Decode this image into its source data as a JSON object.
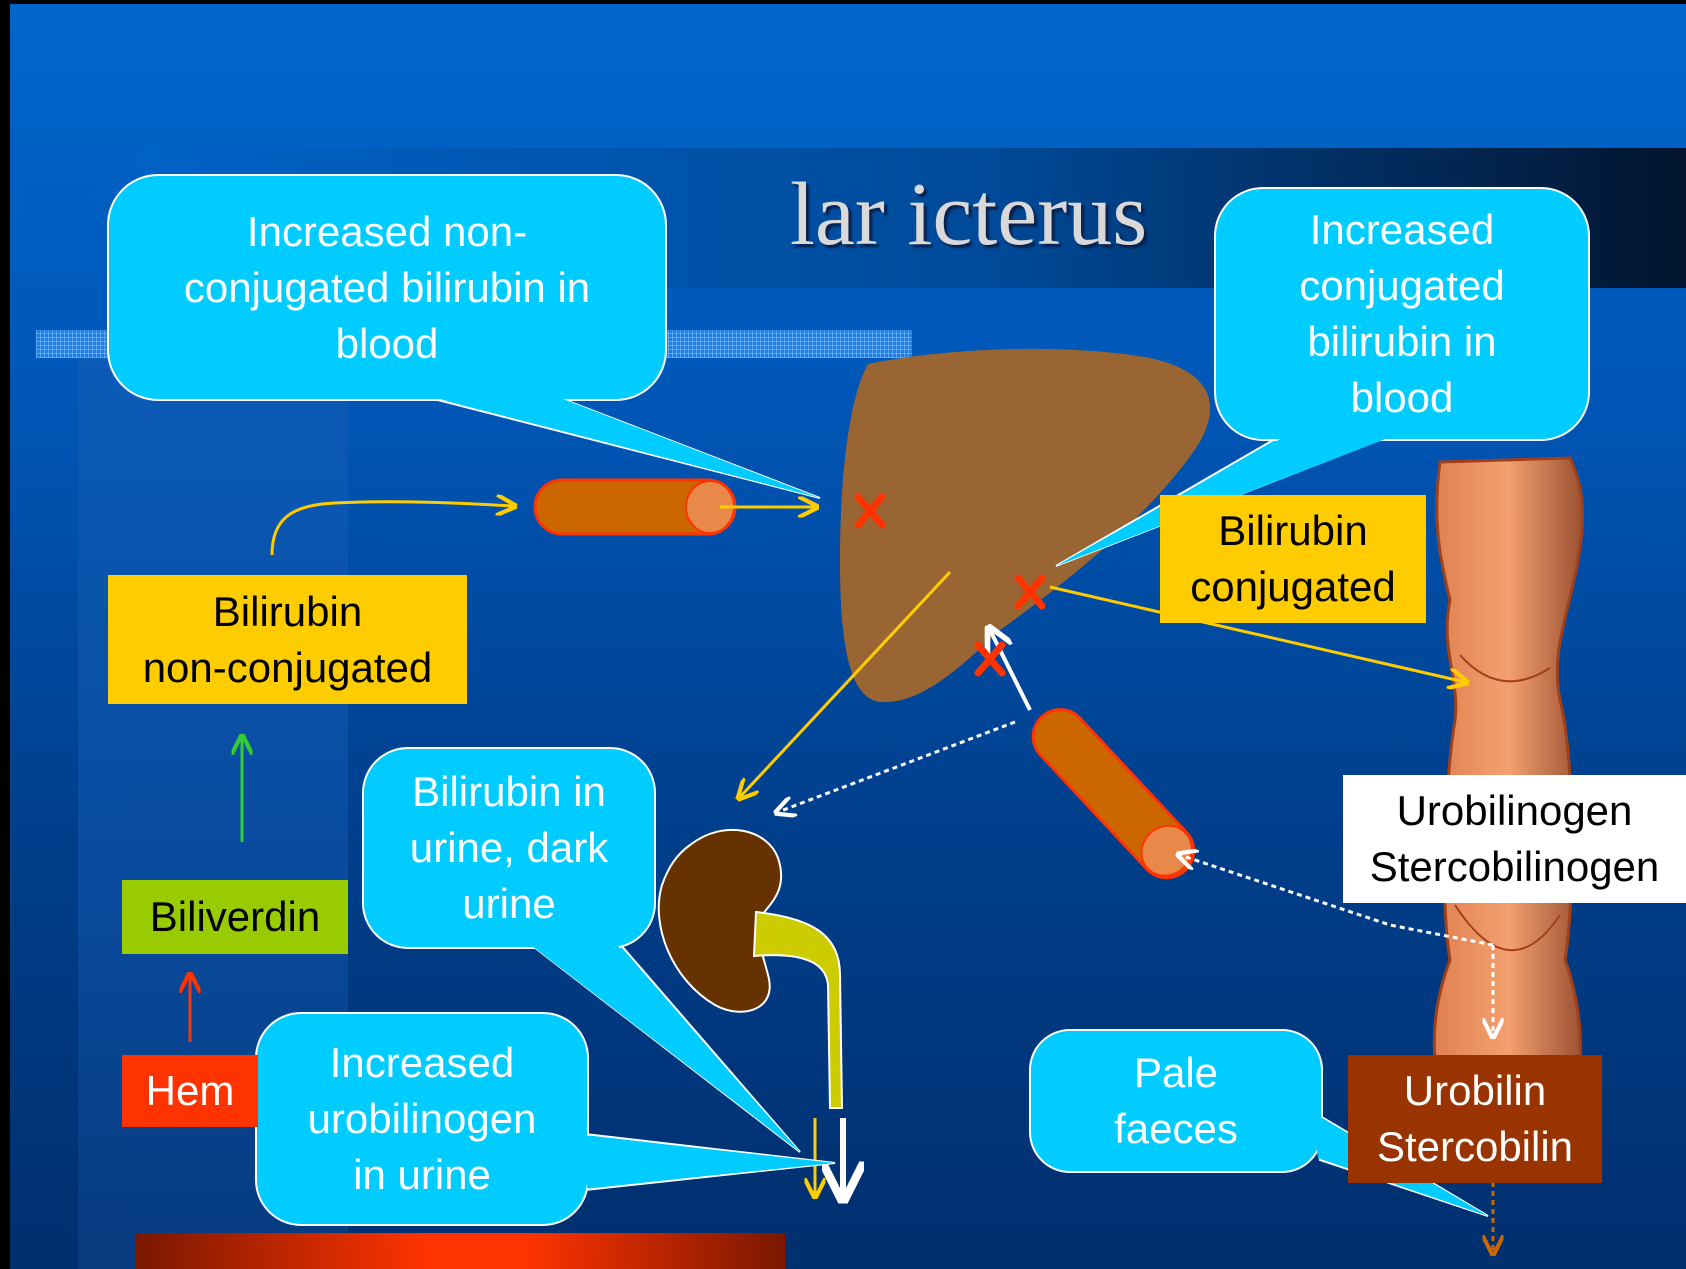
{
  "title": "Posthepatic - tubular icterus",
  "title_visible": "lar icterus",
  "boxes": {
    "hem": "Hem",
    "biliverdin": "Biliverdin",
    "bilirubin_nonconj_line1": "Bilirubin",
    "bilirubin_nonconj_line2": "non-conjugated",
    "bilirubin_conj_line1": "Bilirubin",
    "bilirubin_conj_line2": "conjugated",
    "urobilinogen_line1": "Urobilinogen",
    "urobilinogen_line2": "Stercobilinogen",
    "urobilin_line1": "Urobilin",
    "urobilin_line2": "Stercobilin"
  },
  "callouts": {
    "nonconj_blood": [
      "Increased non-",
      "conjugated bilirubin in",
      "blood"
    ],
    "conj_blood": [
      "Increased",
      "conjugated",
      "bilirubin in",
      "blood"
    ],
    "urine_dark": [
      "Bilirubin in",
      "urine, dark",
      "urine"
    ],
    "urobilinogen_urine": [
      "Increased",
      "urobilinogen",
      "in urine"
    ],
    "pale_faeces": [
      "Pale",
      "faeces"
    ]
  },
  "colors": {
    "callout_fill": "#00ccff",
    "box_yellow": "#ffcc00",
    "box_green": "#99cc00",
    "box_red": "#ff3300",
    "box_white": "#ffffff",
    "box_brown": "#993300",
    "liver": "#996633",
    "kidney": "#663300",
    "vessel": "#cc6600",
    "intestine": "#ee9966",
    "arrow_yellow": "#ffcc00",
    "block_mark": "#ff3300"
  },
  "icons": [
    "liver-shape",
    "kidney-shape",
    "intestine-shape",
    "blood-vessel",
    "block-x-icon"
  ]
}
